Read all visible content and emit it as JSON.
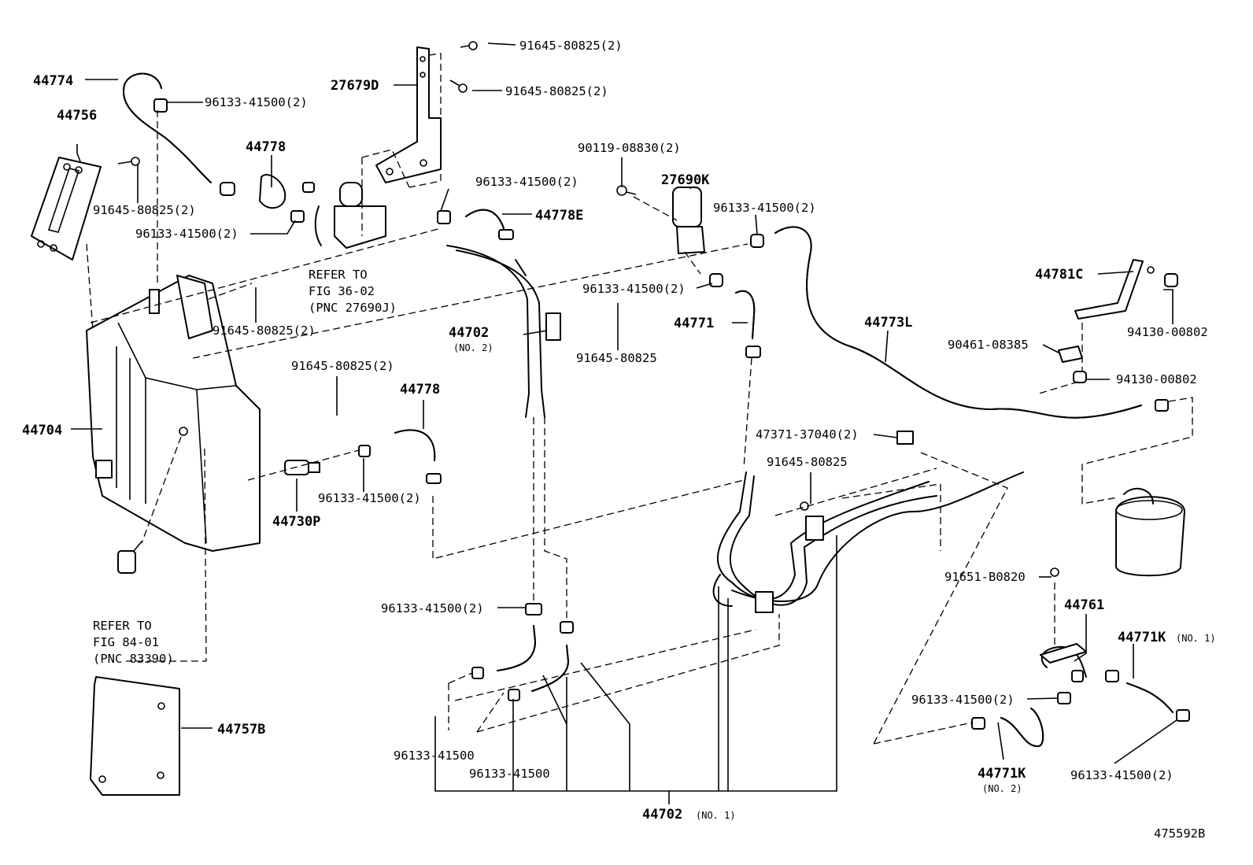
{
  "diagram": {
    "figure_id": "475592B",
    "labels": {
      "p44774": "44774",
      "p44756": "44756",
      "p27679D": "27679D",
      "p44778_top": "44778",
      "p44778E": "44778E",
      "p44778_mid": "44778",
      "p27690K": "27690K",
      "p44702_no2": "44702",
      "p44702_no2_sub": "(NO. 2)",
      "p44771": "44771",
      "p44773L": "44773L",
      "p44781C": "44781C",
      "p44704": "44704",
      "p44730P": "44730P",
      "p44757B": "44757B",
      "p44761": "44761",
      "p44771K_no1": "44771K",
      "p44771K_no1_sub": "(NO. 1)",
      "p44771K_no2": "44771K",
      "p44771K_no2_sub": "(NO. 2)",
      "p44702_no1": "44702",
      "p44702_no1_sub": "(NO. 1)",
      "bolt_a": "91645-80825(2)",
      "bolt_b": "91645-80825(2)",
      "bolt_c": "91645-80825(2)",
      "bolt_d": "91645-80825(2)",
      "bolt_e": "91645-80825(2)",
      "bolt_f": "91645-80825",
      "bolt_g": "91645-80825",
      "bolt_h": "90119-08830(2)",
      "bolt_i": "91651-B0820",
      "clip_a": "96133-41500(2)",
      "clip_b": "96133-41500(2)",
      "clip_c": "96133-41500(2)",
      "clip_d": "96133-41500(2)",
      "clip_e": "96133-41500(2)",
      "clip_f": "96133-41500(2)",
      "clip_g": "96133-41500(2)",
      "clip_h": "96133-41500",
      "clip_i": "96133-41500",
      "clip_j": "96133-41500(2)",
      "clip_k": "96133-41500(2)",
      "nut_a": "90461-08385",
      "nut_b": "94130-00802",
      "nut_c": "94130-00802",
      "clamp_a": "47371-37040(2)",
      "ref1_l1": "REFER TO",
      "ref1_l2": "FIG 36-02",
      "ref1_l3": "(PNC 27690J)",
      "ref2_l1": "REFER TO",
      "ref2_l2": "FIG 84-01",
      "ref2_l3": "(PNC 83390)"
    }
  }
}
